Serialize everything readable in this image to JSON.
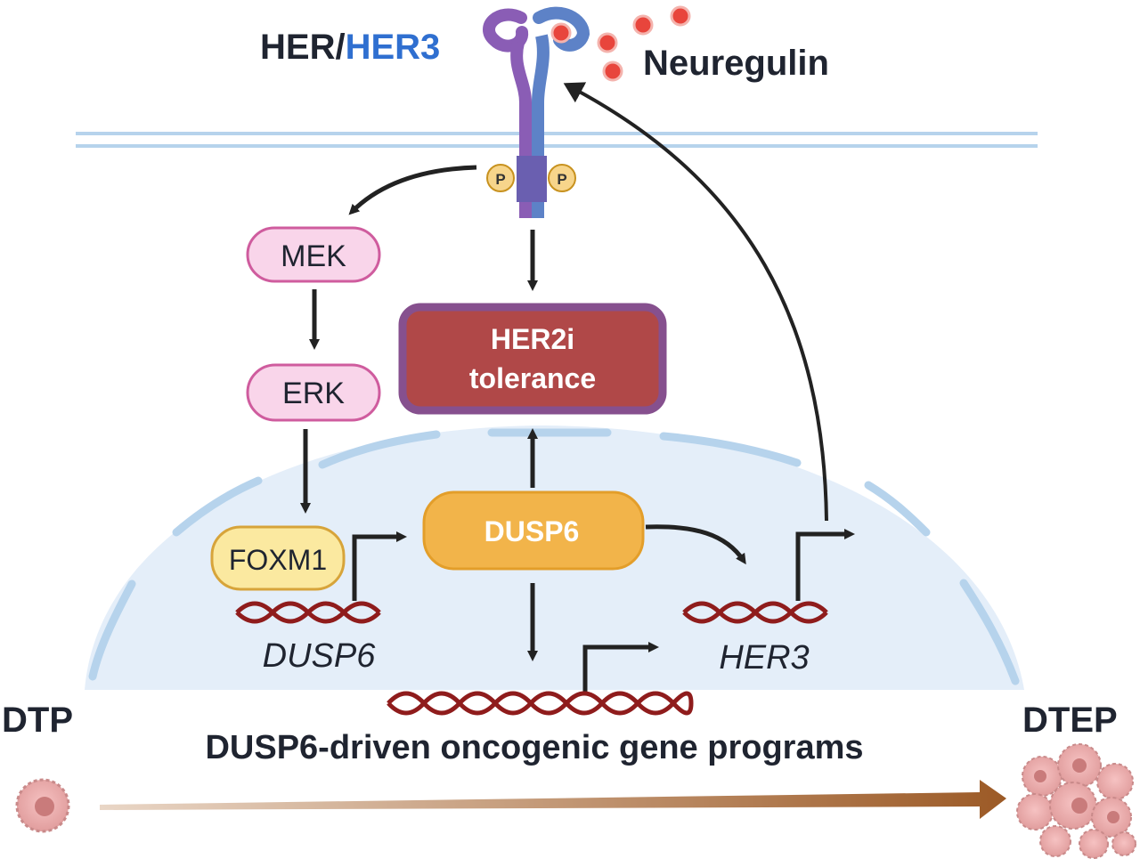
{
  "receptor": {
    "label_prefix": "HER/",
    "label_her3": "HER3",
    "ligand": "Neuregulin",
    "phospho": "P"
  },
  "nodes": {
    "mek": "MEK",
    "erk": "ERK",
    "foxm1": "FOXM1",
    "dusp6": "DUSP6",
    "tolerance_line1": "HER2i",
    "tolerance_line2": "tolerance"
  },
  "genes": {
    "dusp6": "DUSP6",
    "her3": "HER3"
  },
  "bottom": {
    "programs": "DUSP6-driven oncogenic gene programs",
    "dtp": "DTP",
    "dtep": "DTEP"
  },
  "colors": {
    "her_dark": "#1f2430",
    "her3_blue": "#2f6fd0",
    "receptor_purple": "#8a5db5",
    "receptor_blue": "#5d82c7",
    "ligand_red": "#e8453c",
    "membrane": "#b6d3ec",
    "nucleus_fill": "#e4eef9",
    "mek_erk_fill": "#f9d5ea",
    "mek_erk_stroke": "#cf5c9e",
    "foxm1_fill": "#fbe9a0",
    "foxm1_stroke": "#d7a43a",
    "dusp6_fill": "#f2b44a",
    "tolerance_fill": "#b04848",
    "tolerance_stroke": "#86508e",
    "dna": "#8f1c1c",
    "timeline": "#9c5a26"
  }
}
